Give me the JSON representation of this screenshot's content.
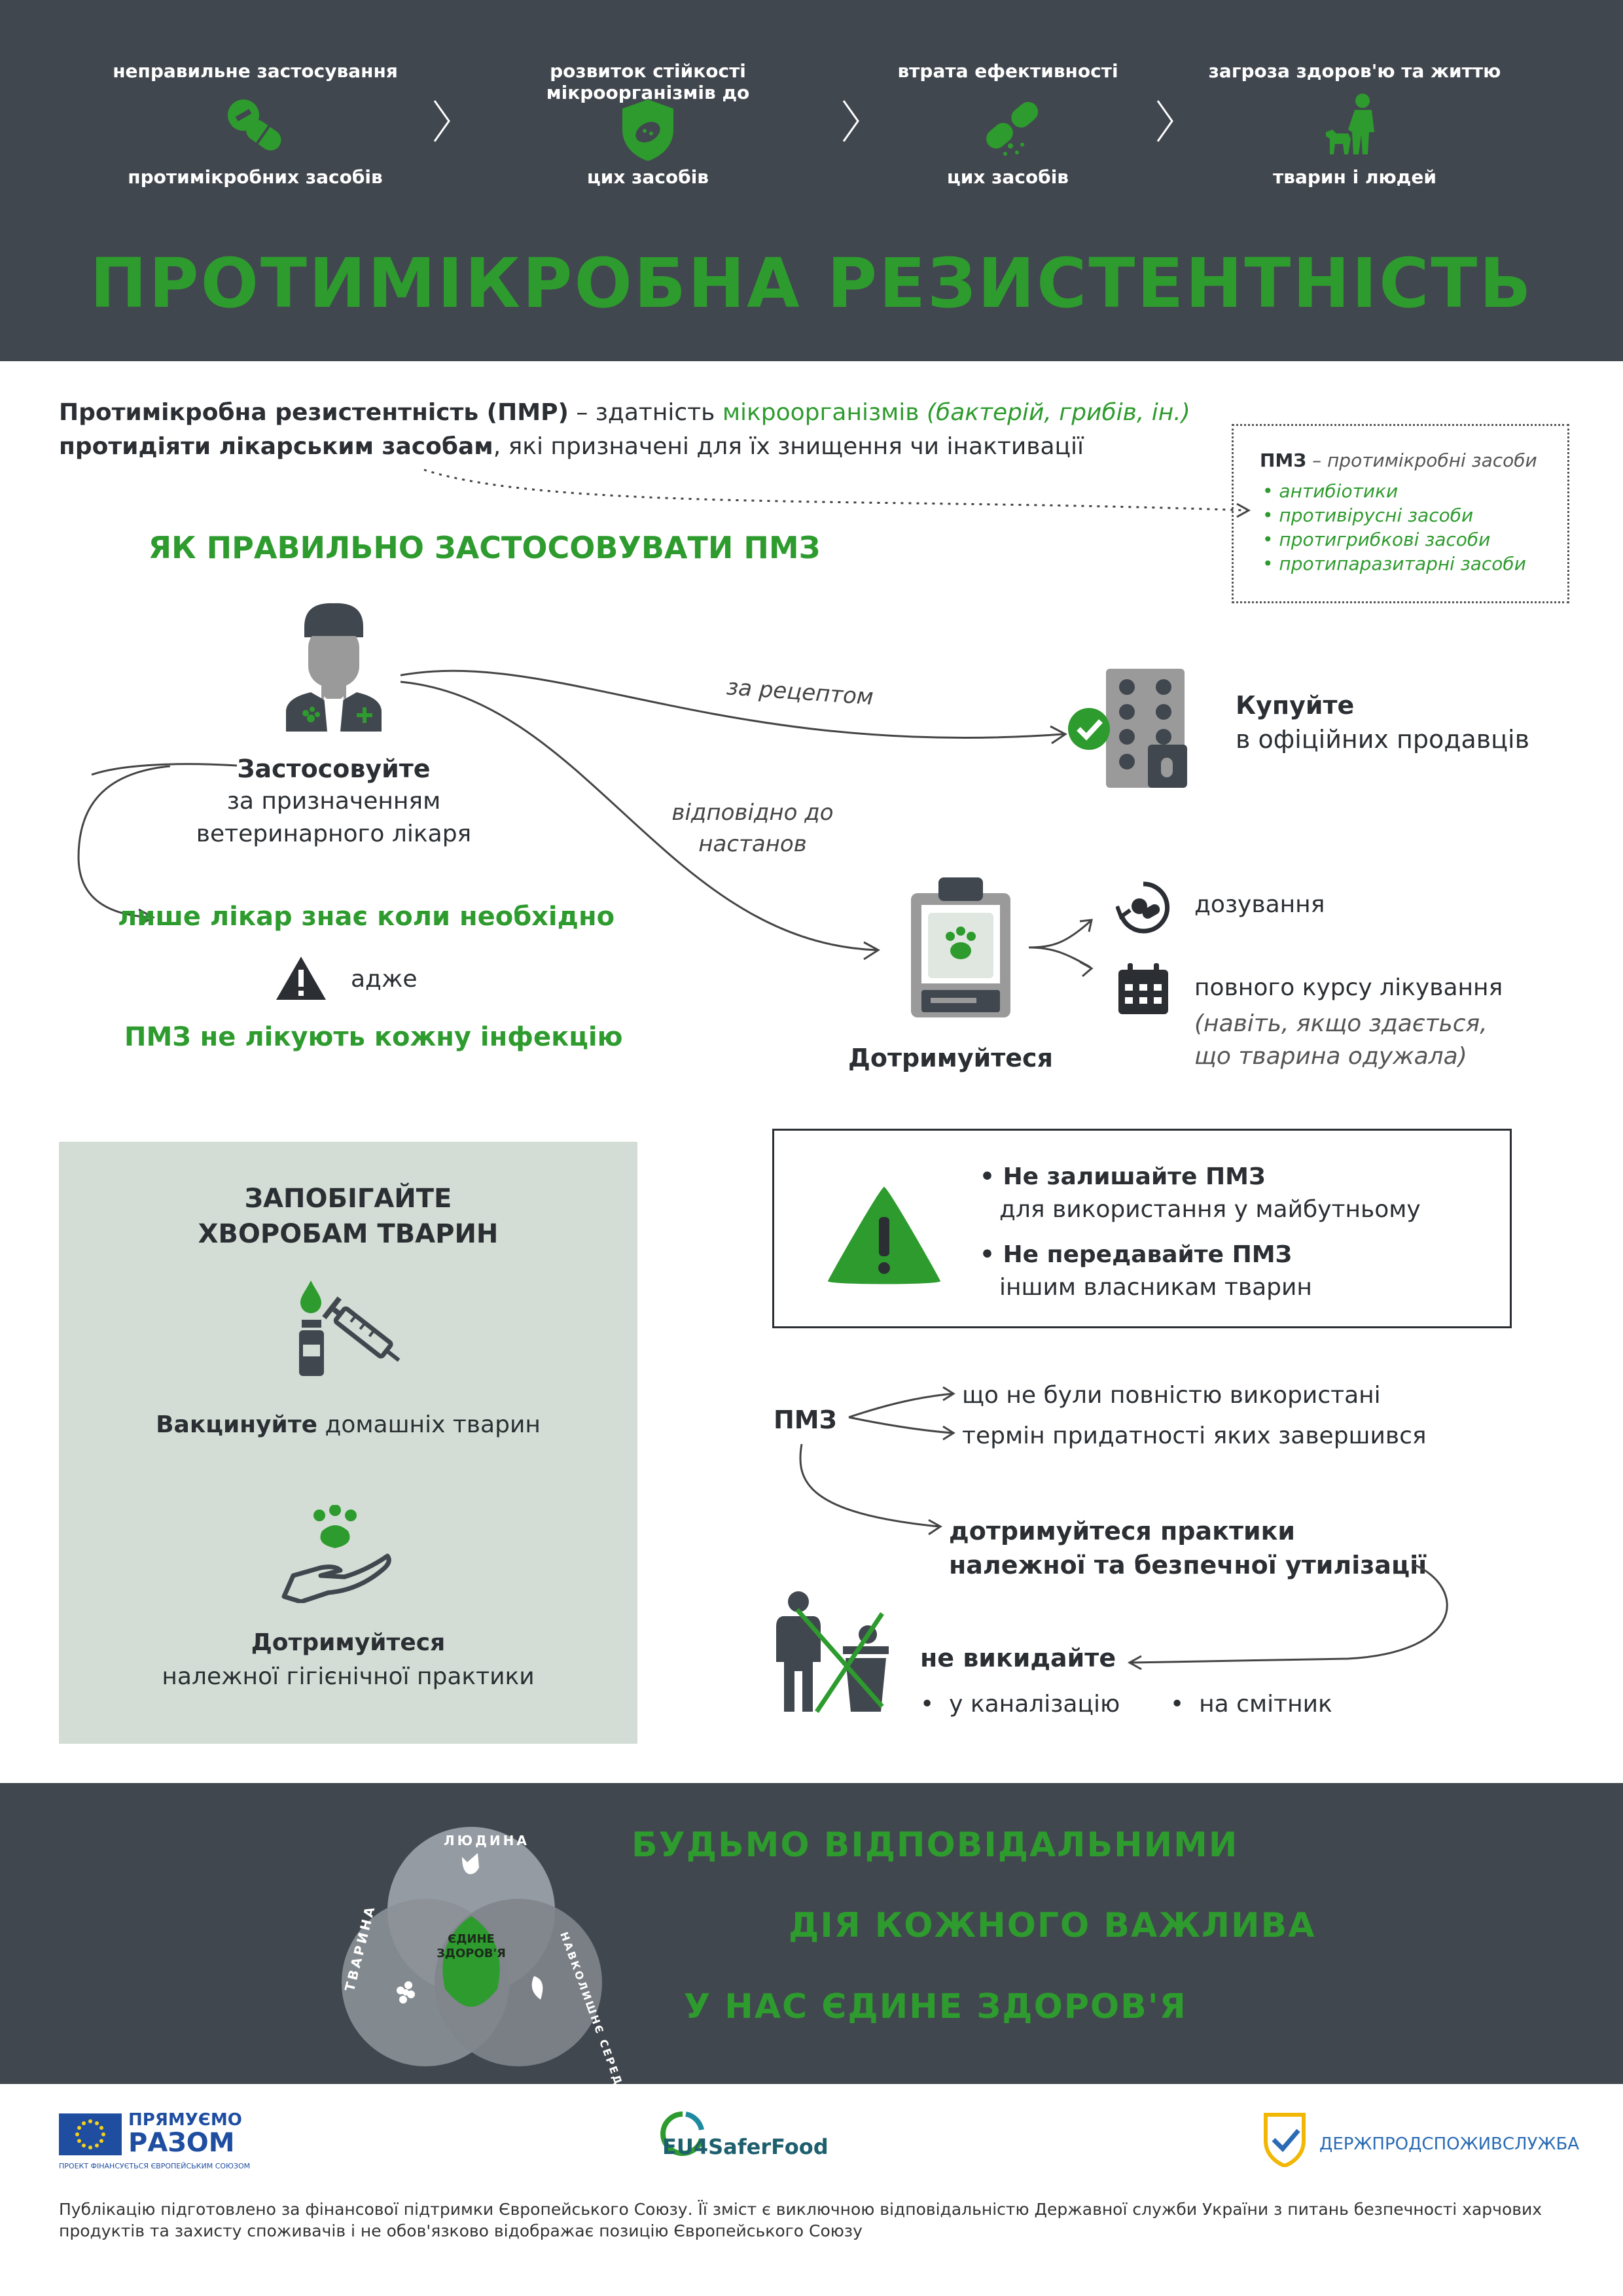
{
  "header": {
    "steps": [
      {
        "top": "неправильне застосування",
        "bottom": "протимікробних засобів",
        "icon": "pills-icon"
      },
      {
        "top": "розвиток стійкості мікроорганізмів до",
        "bottom": "цих засобів",
        "icon": "shield-bacteria-icon"
      },
      {
        "top": "втрата ефективності",
        "bottom": "цих засобів",
        "icon": "broken-capsule-icon"
      },
      {
        "top": "загроза  здоров'ю та життю",
        "bottom": "тварин і людей",
        "icon": "person-dog-icon"
      }
    ],
    "title": "ПРОТИМІКРОБНА РЕЗИСТЕНТНІСТЬ"
  },
  "definition": {
    "term": "Протимікробна резистентність (ПМР)",
    "dash": " – здатність ",
    "micro": "мікроорганізмів",
    "examples": " (бактерій, грибів, ін.)",
    "counter": "протидіяти лікарським засобам",
    "rest": ", які призначені для їх знищення чи інактивації"
  },
  "pmz_box": {
    "abbr": "ПМЗ",
    "meaning": " – протимікробні засоби",
    "items": [
      "антибіотики",
      "противірусні засоби",
      "протигрибкові засоби",
      "протипаразитарні засоби"
    ]
  },
  "usage": {
    "title": "ЯК ПРАВИЛЬНО ЗАСТОСОВУВАТИ ПМЗ",
    "apply_bold": "Застосовуйте",
    "apply_line1": "за призначенням",
    "apply_line2": "ветеринарного лікаря",
    "by_prescription": "за рецептом",
    "per_instructions_1": "відповідно до",
    "per_instructions_2": "настанов",
    "buy_bold": "Купуйте",
    "buy_rest": "в офіційних продавців",
    "doctor_knows": "лише лікар знає коли необхідно",
    "because": "адже",
    "not_every": "ПМЗ не лікують кожну інфекцію",
    "follow": "Дотримуйтеся",
    "dosage": "дозування",
    "full_course": "повного курсу лікування",
    "even_if_1": "(навіть, якщо здається,",
    "even_if_2": "що тварина одужала)"
  },
  "prevent": {
    "title_1": "ЗАПОБІГАЙТЕ",
    "title_2": "ХВОРОБАМ ТВАРИН",
    "vaccinate_bold": "Вакцинуйте",
    "vaccinate_rest": " домашніх тварин",
    "hygiene_bold": "Дотримуйтеся",
    "hygiene_rest": "належної гігієнічної практики"
  },
  "warnings": {
    "w1_bold": "Не залишайте ПМЗ",
    "w1_rest": "для використання у майбутньому",
    "w2_bold": "Не передавайте ПМЗ",
    "w2_rest": "іншим власникам тварин"
  },
  "disposal": {
    "label": "ПМЗ",
    "opt1": "що не були повністю використані",
    "opt2": "термін придатності яких завершився",
    "practice_1": "дотримуйтеся практики",
    "practice_2": "належної та безпечної утилізації",
    "dont_throw": "не викидайте",
    "sewer": "у каналізацію",
    "trash": "на смітник"
  },
  "one_health": {
    "human": "ЛЮДИНА",
    "animal": "ТВАРИНА",
    "environment": "НАВКОЛИШНЄ СЕРЕДОВИЩЕ",
    "center_1": "ЄДИНЕ",
    "center_2": "ЗДОРОВ'Я"
  },
  "slogans": [
    "БУДЬМО ВІДПОВІДАЛЬНИМИ",
    "ДІЯ КОЖНОГО ВАЖЛИВА",
    "У НАС ЄДИНЕ ЗДОРОВ'Я"
  ],
  "logos": {
    "eu_1": "ПРЯМУЄМО",
    "eu_2": "РАЗОМ",
    "eu_3": "ПРОЕКТ ФІНАНСУЄТЬСЯ ЄВРОПЕЙСЬКИМ СОЮЗОМ",
    "saferfood": "EU4SaferFood",
    "state_service": "ДЕРЖПРОДСПОЖИВСЛУЖБА"
  },
  "disclaimer": "Публікацію підготовлено за фінансової підтримки Європейського Союзу. Її зміст є виключною відповідальністю Державної служби України з питань безпечності харчових продуктів та захисту споживачів і не обов'язково відображає позицію Європейського Союзу",
  "colors": {
    "accent": "#2e9b2e",
    "dark": "#41474e",
    "panel": "#d3ddd5"
  }
}
